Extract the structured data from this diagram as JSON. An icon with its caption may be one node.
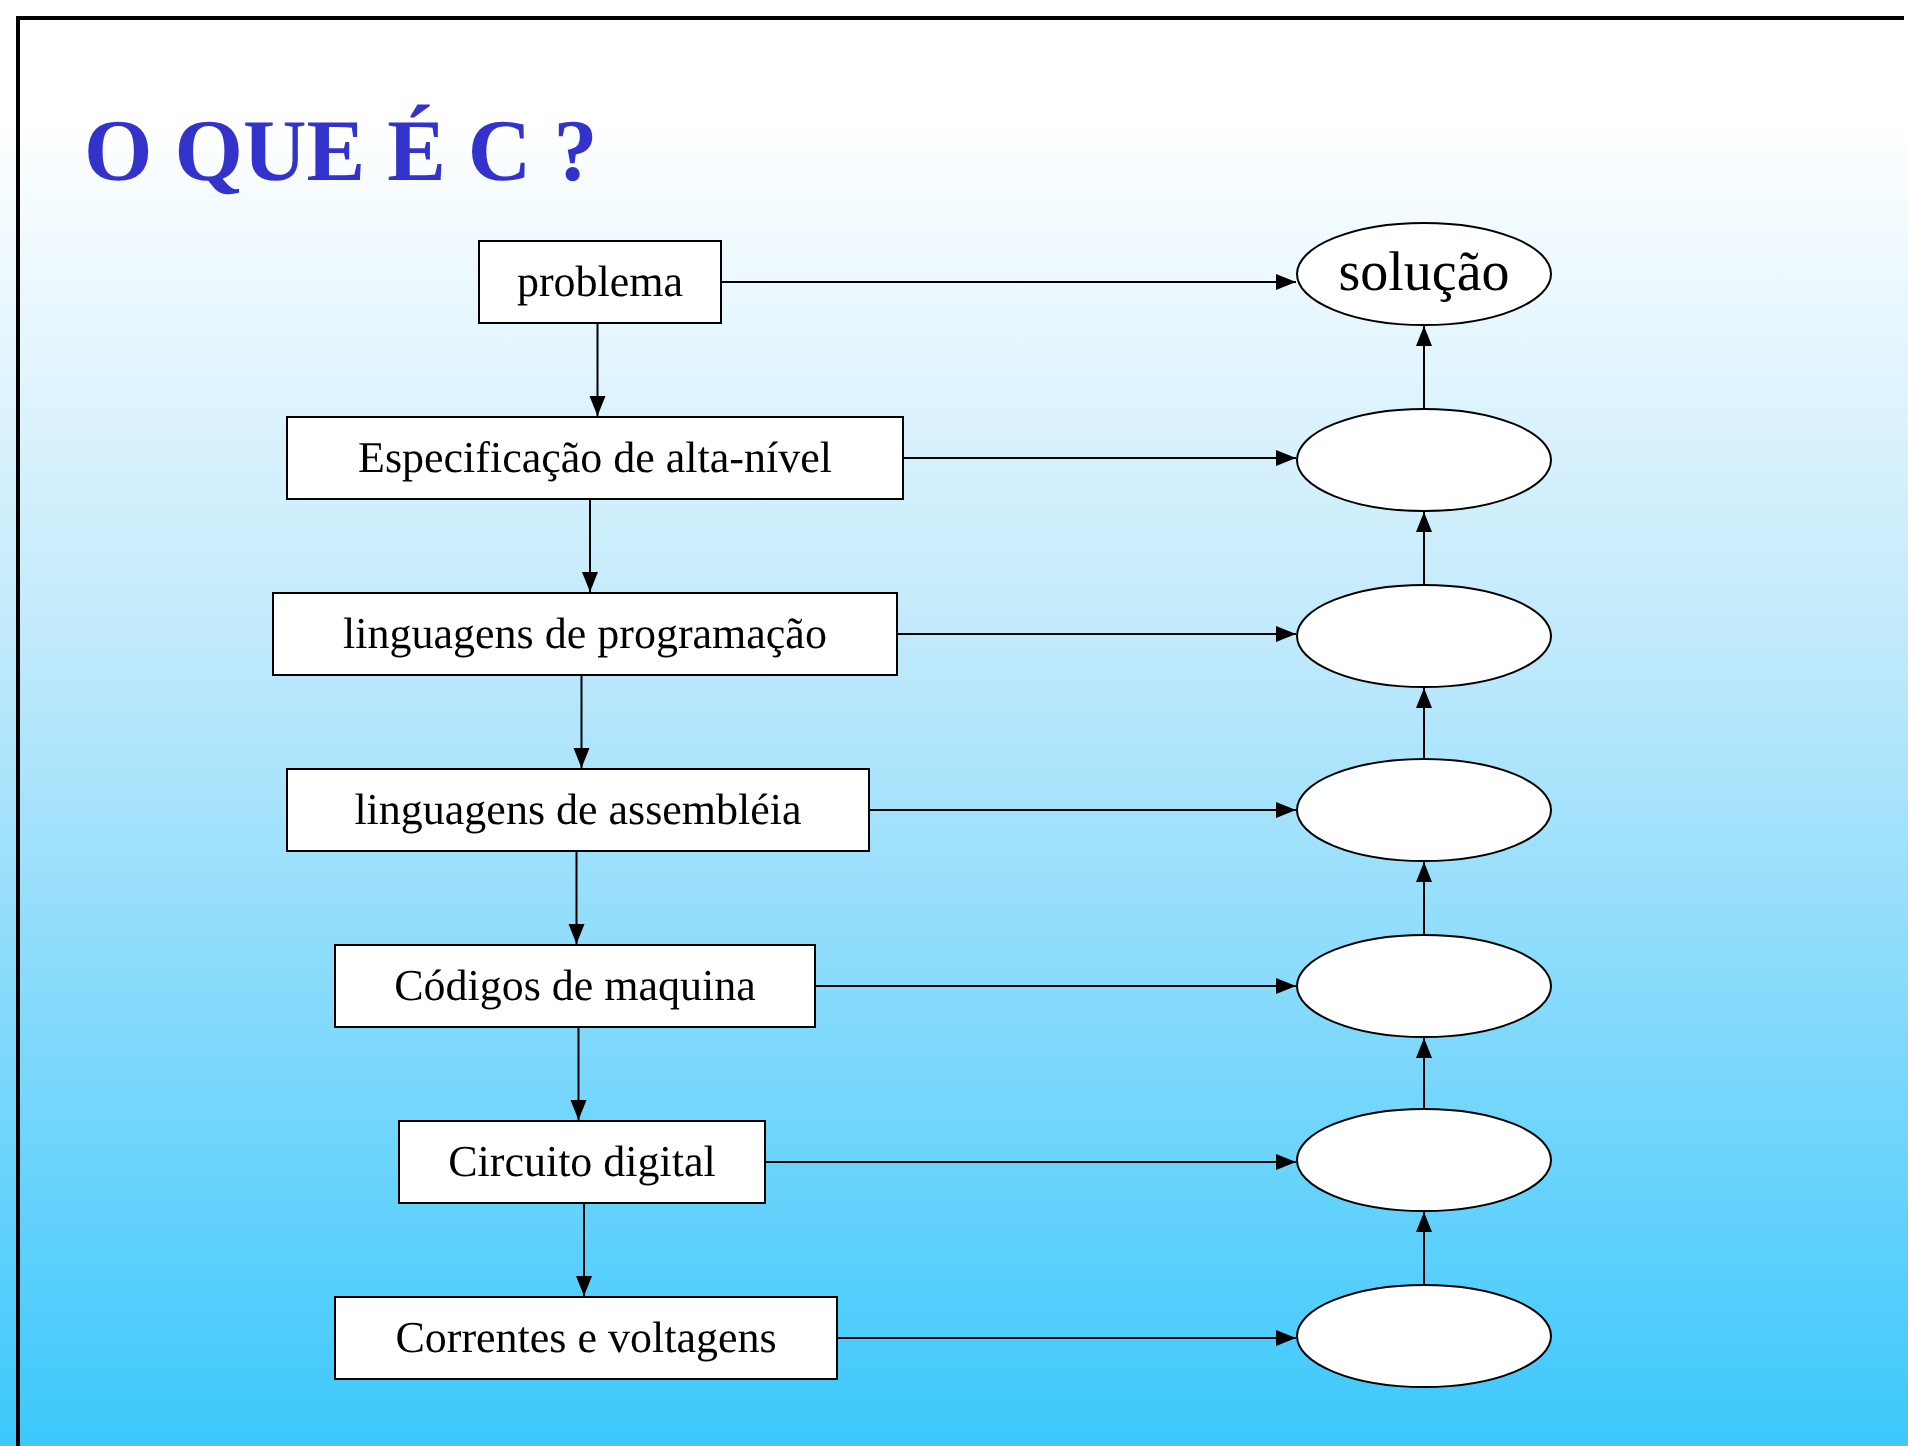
{
  "diagram": {
    "title": "O QUE É C ?",
    "nodes": [
      {
        "text": [
          "problema"
        ]
      },
      {
        "text": [
          "Especificação de alta-nível"
        ]
      },
      {
        "text": [
          "linguagens de programação"
        ]
      },
      {
        "text": [
          "linguagens de assembléia"
        ]
      },
      {
        "text": [
          "Códigos de maquina"
        ]
      },
      {
        "text": [
          "Circuito digital"
        ]
      },
      {
        "text": [
          "Correntes e voltagens"
        ]
      },
      {
        "text": [
          "solução"
        ]
      },
      {
        "text": [],
        "shape": "ellipse"
      },
      {
        "text": [],
        "shape": "ellipse"
      },
      {
        "text": [],
        "shape": "ellipse"
      },
      {
        "text": [],
        "shape": "ellipse"
      },
      {
        "text": [],
        "shape": "ellipse"
      },
      {
        "text": [],
        "shape": "ellipse"
      }
    ],
    "edges": [
      {
        "from": 0,
        "to": 1,
        "arrow": "to"
      },
      {
        "from": 1,
        "to": 2,
        "arrow": "to"
      },
      {
        "from": 2,
        "to": 3,
        "arrow": "to"
      },
      {
        "from": 3,
        "to": 4,
        "arrow": "to"
      },
      {
        "from": 4,
        "to": 5,
        "arrow": "to"
      },
      {
        "from": 5,
        "to": 6,
        "arrow": "to"
      },
      {
        "from": 0,
        "to": 7,
        "arrow": "to"
      },
      {
        "from": 1,
        "to": 8,
        "arrow": "to"
      },
      {
        "from": 2,
        "to": 9,
        "arrow": "to"
      },
      {
        "from": 3,
        "to": 10,
        "arrow": "to"
      },
      {
        "from": 4,
        "to": 11,
        "arrow": "to"
      },
      {
        "from": 5,
        "to": 12,
        "arrow": "to"
      },
      {
        "from": 6,
        "to": 13,
        "arrow": "to"
      },
      {
        "from": 13,
        "to": 12,
        "arrow": "to"
      },
      {
        "from": 12,
        "to": 11,
        "arrow": "to"
      },
      {
        "from": 11,
        "to": 10,
        "arrow": "to"
      },
      {
        "from": 10,
        "to": 9,
        "arrow": "to"
      },
      {
        "from": 9,
        "to": 8,
        "arrow": "to"
      },
      {
        "from": 8,
        "to": 7,
        "arrow": "to"
      }
    ]
  }
}
